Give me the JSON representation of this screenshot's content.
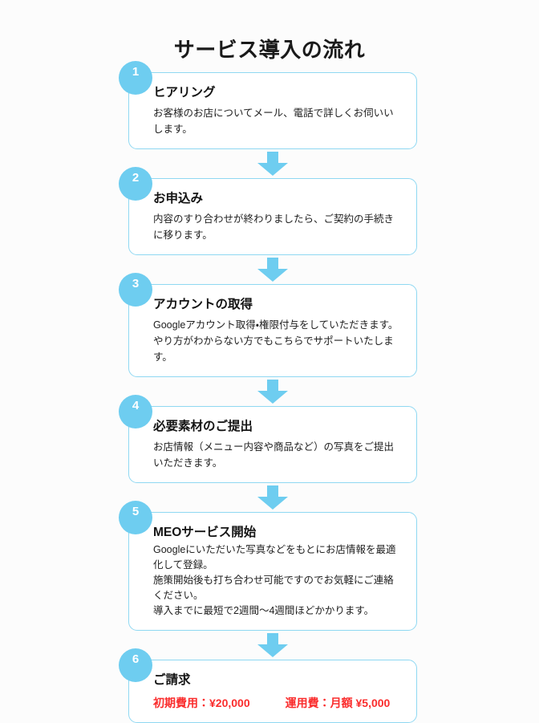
{
  "title": "サービス導入の流れ",
  "colors": {
    "accent": "#6ecdf0",
    "border": "#8fd8f2",
    "arrow": "#6ecdf0",
    "price": "#fa2d2d",
    "background": "#fcfcfc",
    "title_text": "#1a1a1a"
  },
  "steps": [
    {
      "number": "1",
      "title": "ヒアリング",
      "lines": [
        "お客様のお店についてメール、電話で詳しくお伺いいします。"
      ]
    },
    {
      "number": "2",
      "title": "お申込み",
      "lines": [
        "内容のすり合わせが終わりましたら、ご契約の手続きに移ります。"
      ]
    },
    {
      "number": "3",
      "title": "アカウントの取得",
      "lines": [
        "Googleアカウント取得・権限付与をしていただきます。",
        "やり方がわからない方でもこちらでサポートいたします。"
      ]
    },
    {
      "number": "4",
      "title": "必要素材のご提出",
      "lines": [
        "お店情報（メニュー内容や商品など）の写真をご提出いただきます。"
      ]
    },
    {
      "number": "5",
      "title": "MEOサービス開始",
      "lines": [
        "Googleにいただいた写真などをもとにお店情報を最適化して登録。",
        "施策開始後も打ち合わせ可能ですのでお気軽にご連絡ください。",
        "導入までに最短で2週間〜4週間ほどかかります。"
      ]
    },
    {
      "number": "6",
      "title": "ご請求",
      "lines": [],
      "prices": [
        "初期費用：¥20,000",
        "運用費：月額 ¥5,000"
      ]
    }
  ],
  "arrow_icon": "down-arrow-icon"
}
